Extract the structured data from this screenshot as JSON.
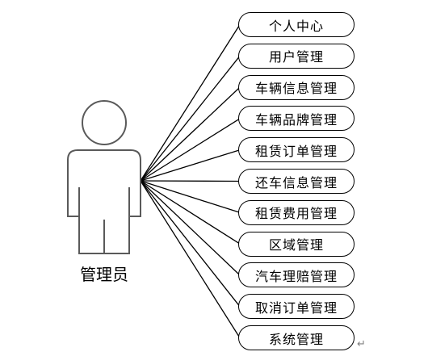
{
  "actor": {
    "label": "管理员",
    "icon": "person-icon"
  },
  "use_cases": [
    "个人中心",
    "用户管理",
    "车辆信息管理",
    "车辆品牌管理",
    "租赁订单管理",
    "还车信息管理",
    "租赁费用管理",
    "区域管理",
    "汽车理赔管理",
    "取消订单管理",
    "系统管理"
  ],
  "paragraph_mark": "↵",
  "colors": {
    "line": "#000000",
    "actor_outline": "#5a5a5a",
    "background": "#ffffff"
  }
}
